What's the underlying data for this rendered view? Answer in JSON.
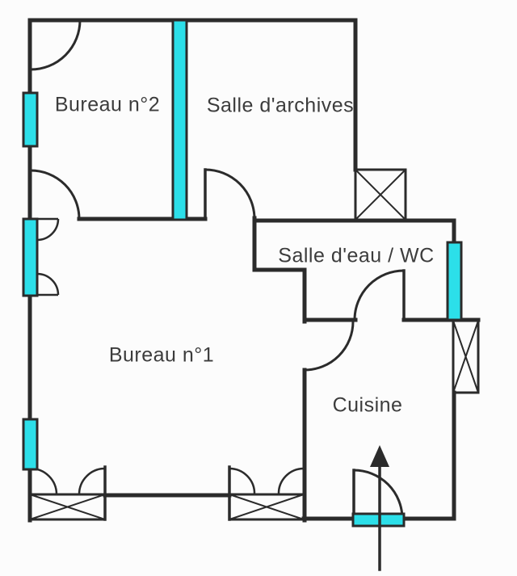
{
  "plan": {
    "colors": {
      "wall": "#2b2b2b",
      "glazing": "#2cdfe9",
      "label": "#3c3c3c",
      "background": "#fcfcfc"
    },
    "rooms": [
      {
        "label": "Bureau n°2"
      },
      {
        "label": "Salle d'archives"
      },
      {
        "label": "Salle d'eau / WC"
      },
      {
        "label": "Bureau n°1"
      },
      {
        "label": "Cuisine"
      }
    ]
  }
}
